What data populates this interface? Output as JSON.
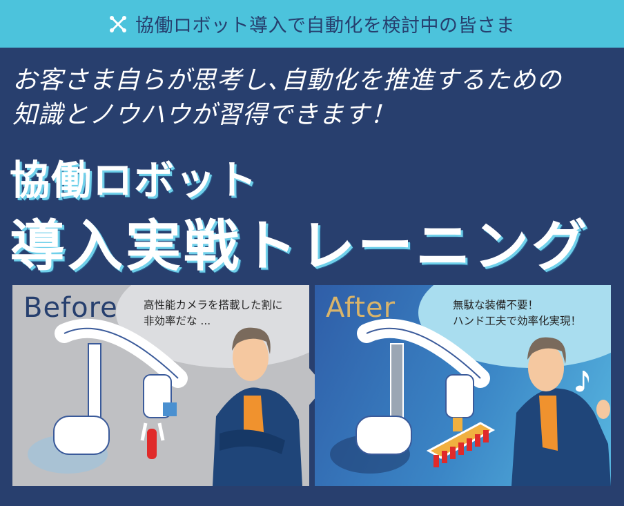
{
  "header": {
    "icon": "asterisk-dots-icon",
    "text": "協働ロボット導入で自動化を検討中の皆さま"
  },
  "lead": {
    "line1": "お客さま自らが思考し､自動化を推進するための",
    "line2": "知識とノウハウが習得できます！"
  },
  "title": {
    "line1": "協働ロボット",
    "line2": "導入実戦トレーニング"
  },
  "panels": {
    "before": {
      "label": "Before",
      "speech_line1": "高性能カメラを搭載した割に",
      "speech_line2": "非効率だな ..."
    },
    "after": {
      "label": "After",
      "speech_line1": "無駄な装備不要！",
      "speech_line2": "ハンド工夫で効率化実現！"
    }
  },
  "colors": {
    "band": "#4cc3dc",
    "background": "#283f6e",
    "before_bg": "#bfc0c3",
    "after_accent": "#d9b46a",
    "shirt": "#f0922e",
    "part_red": "#e02a2a"
  }
}
